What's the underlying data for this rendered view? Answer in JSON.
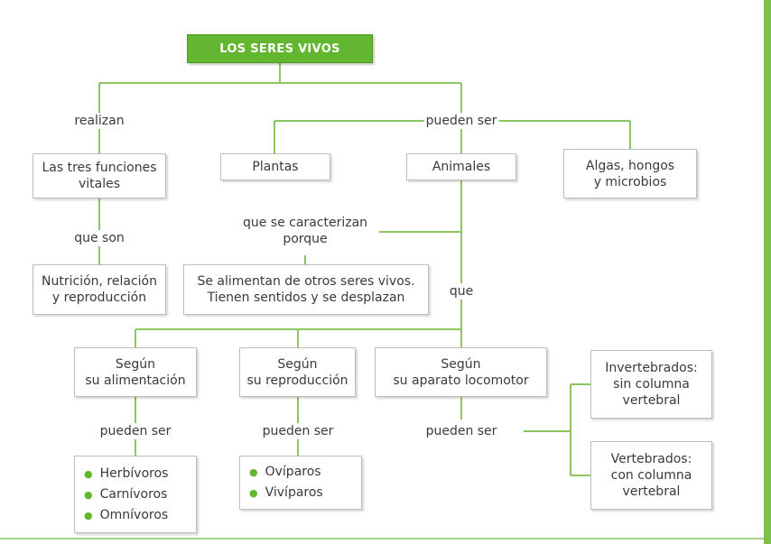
{
  "title": "LOS SERES VIVOS",
  "labels": {
    "realizan": "realizan",
    "pueden_ser_top": "pueden ser",
    "que_son": "que son",
    "que_se_caracterizan": "que se caracterizan\nporque",
    "que": "que",
    "pueden_ser_alim": "pueden ser",
    "pueden_ser_repro": "pueden ser",
    "pueden_ser_loco": "pueden ser"
  },
  "boxes": {
    "funciones": "Las tres funciones\nvitales",
    "nutricion": "Nutrición, relación\ny reproducción",
    "plantas": "Plantas",
    "animales": "Animales",
    "algas": "Algas, hongos\ny microbios",
    "caracteristicas": "Se alimentan de otros seres vivos.\nTienen sentidos y se desplazan",
    "segun_alimentacion": "Según\nsu alimentación",
    "segun_reproduccion": "Según\nsu reproducción",
    "segun_locomotor": "Según\nsu aparato locomotor",
    "invertebrados": "Invertebrados:\nsin columna\nvertebral",
    "vertebrados": "Vertebrados:\ncon columna\nvertebral"
  },
  "lists": {
    "alimentacion": [
      "Herbívoros",
      "Carnívoros",
      "Omnívoros"
    ],
    "reproduccion": [
      "Ovíparos",
      "Vivíparos"
    ]
  },
  "colors": {
    "accent": "#63b62f",
    "line": "#8cc65e",
    "border": "#bdbdbd"
  }
}
